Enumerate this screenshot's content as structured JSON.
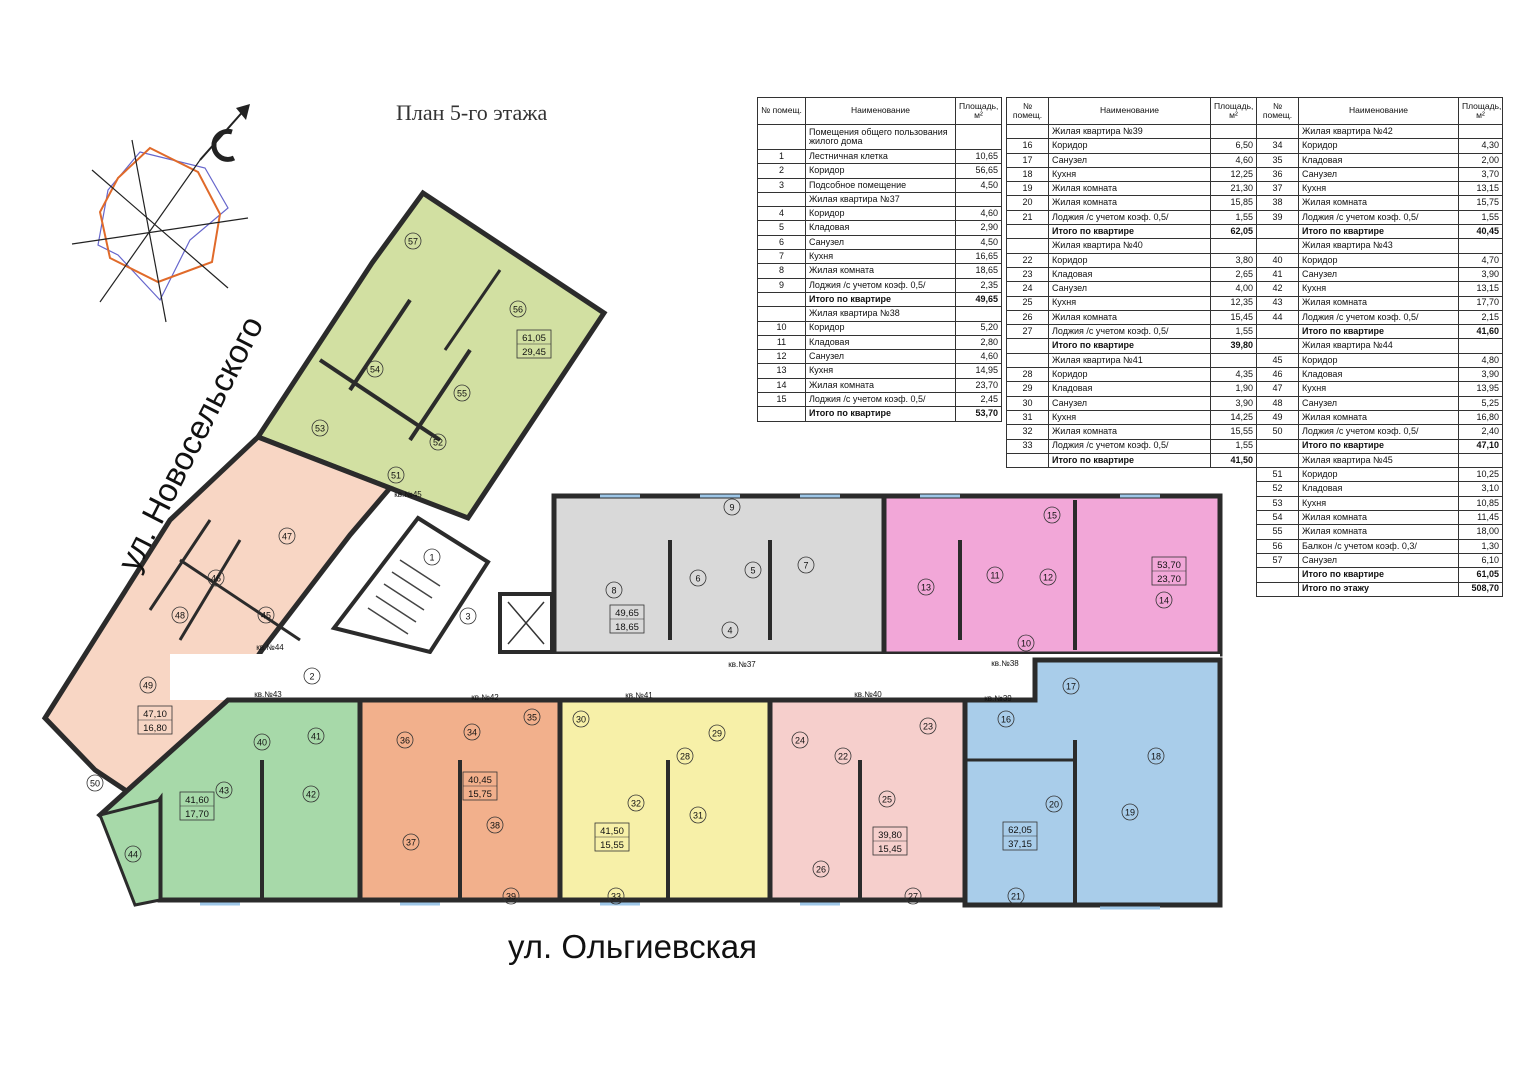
{
  "plan": {
    "title": "План 5-го этажа",
    "street_left": "ул. Новосельского",
    "street_bottom": "ул. Ольгиевская"
  },
  "table_headers": {
    "num": "№ помещ.",
    "name": "Наименование",
    "area": "Площадь, м²"
  },
  "tables": [
    {
      "rows": [
        {
          "kind": "sec2",
          "name": "Помещения общего пользования жилого дома"
        },
        {
          "num": "1",
          "name": "Лестничная клетка",
          "area": "10,65"
        },
        {
          "num": "2",
          "name": "Коридор",
          "area": "56,65"
        },
        {
          "num": "3",
          "name": "Подсобное помещение",
          "area": "4,50"
        },
        {
          "kind": "sec",
          "name": "Жилая квартира №37"
        },
        {
          "num": "4",
          "name": "Коридор",
          "area": "4,60"
        },
        {
          "num": "5",
          "name": "Кладовая",
          "area": "2,90"
        },
        {
          "num": "6",
          "name": "Санузел",
          "area": "4,50"
        },
        {
          "num": "7",
          "name": "Кухня",
          "area": "16,65"
        },
        {
          "num": "8",
          "name": "Жилая комната",
          "area": "18,65"
        },
        {
          "num": "9",
          "name": "Лоджия /с учетом коэф. 0,5/",
          "area": "2,35"
        },
        {
          "kind": "tot",
          "name": "Итого по квартире",
          "area": "49,65"
        },
        {
          "kind": "sec",
          "name": "Жилая квартира №38"
        },
        {
          "num": "10",
          "name": "Коридор",
          "area": "5,20"
        },
        {
          "num": "11",
          "name": "Кладовая",
          "area": "2,80"
        },
        {
          "num": "12",
          "name": "Санузел",
          "area": "4,60"
        },
        {
          "num": "13",
          "name": "Кухня",
          "area": "14,95"
        },
        {
          "num": "14",
          "name": "Жилая комната",
          "area": "23,70"
        },
        {
          "num": "15",
          "name": "Лоджия /с учетом коэф. 0,5/",
          "area": "2,45"
        },
        {
          "kind": "tot",
          "name": "Итого по квартире",
          "area": "53,70"
        }
      ]
    },
    {
      "rows": [
        {
          "kind": "sec",
          "name": "Жилая квартира №39"
        },
        {
          "num": "16",
          "name": "Коридор",
          "area": "6,50"
        },
        {
          "num": "17",
          "name": "Санузел",
          "area": "4,60"
        },
        {
          "num": "18",
          "name": "Кухня",
          "area": "12,25"
        },
        {
          "num": "19",
          "name": "Жилая комната",
          "area": "21,30"
        },
        {
          "num": "20",
          "name": "Жилая комната",
          "area": "15,85"
        },
        {
          "num": "21",
          "name": "Лоджия /с учетом коэф. 0,5/",
          "area": "1,55"
        },
        {
          "kind": "tot",
          "name": "Итого по квартире",
          "area": "62,05"
        },
        {
          "kind": "sec",
          "name": "Жилая квартира №40"
        },
        {
          "num": "22",
          "name": "Коридор",
          "area": "3,80"
        },
        {
          "num": "23",
          "name": "Кладовая",
          "area": "2,65"
        },
        {
          "num": "24",
          "name": "Санузел",
          "area": "4,00"
        },
        {
          "num": "25",
          "name": "Кухня",
          "area": "12,35"
        },
        {
          "num": "26",
          "name": "Жилая комната",
          "area": "15,45"
        },
        {
          "num": "27",
          "name": "Лоджия /с учетом коэф. 0,5/",
          "area": "1,55"
        },
        {
          "kind": "tot",
          "name": "Итого по квартире",
          "area": "39,80"
        },
        {
          "kind": "sec",
          "name": "Жилая квартира №41"
        },
        {
          "num": "28",
          "name": "Коридор",
          "area": "4,35"
        },
        {
          "num": "29",
          "name": "Кладовая",
          "area": "1,90"
        },
        {
          "num": "30",
          "name": "Санузел",
          "area": "3,90"
        },
        {
          "num": "31",
          "name": "Кухня",
          "area": "14,25"
        },
        {
          "num": "32",
          "name": "Жилая комната",
          "area": "15,55"
        },
        {
          "num": "33",
          "name": "Лоджия /с учетом коэф. 0,5/",
          "area": "1,55"
        },
        {
          "kind": "tot",
          "name": "Итого по квартире",
          "area": "41,50"
        }
      ]
    },
    {
      "rows": [
        {
          "kind": "sec",
          "name": "Жилая квартира №42"
        },
        {
          "num": "34",
          "name": "Коридор",
          "area": "4,30"
        },
        {
          "num": "35",
          "name": "Кладовая",
          "area": "2,00"
        },
        {
          "num": "36",
          "name": "Санузел",
          "area": "3,70"
        },
        {
          "num": "37",
          "name": "Кухня",
          "area": "13,15"
        },
        {
          "num": "38",
          "name": "Жилая комната",
          "area": "15,75"
        },
        {
          "num": "39",
          "name": "Лоджия /с учетом коэф. 0,5/",
          "area": "1,55"
        },
        {
          "kind": "tot",
          "name": "Итого по квартире",
          "area": "40,45"
        },
        {
          "kind": "sec",
          "name": "Жилая квартира №43"
        },
        {
          "num": "40",
          "name": "Коридор",
          "area": "4,70"
        },
        {
          "num": "41",
          "name": "Санузел",
          "area": "3,90"
        },
        {
          "num": "42",
          "name": "Кухня",
          "area": "13,15"
        },
        {
          "num": "43",
          "name": "Жилая комната",
          "area": "17,70"
        },
        {
          "num": "44",
          "name": "Лоджия /с учетом коэф. 0,5/",
          "area": "2,15"
        },
        {
          "kind": "tot",
          "name": "Итого по квартире",
          "area": "41,60"
        },
        {
          "kind": "sec",
          "name": "Жилая квартира №44"
        },
        {
          "num": "45",
          "name": "Коридор",
          "area": "4,80"
        },
        {
          "num": "46",
          "name": "Кладовая",
          "area": "3,90"
        },
        {
          "num": "47",
          "name": "Кухня",
          "area": "13,95"
        },
        {
          "num": "48",
          "name": "Санузел",
          "area": "5,25"
        },
        {
          "num": "49",
          "name": "Жилая комната",
          "area": "16,80"
        },
        {
          "num": "50",
          "name": "Лоджия /с учетом коэф. 0,5/",
          "area": "2,40"
        },
        {
          "kind": "tot",
          "name": "Итого по квартире",
          "area": "47,10"
        },
        {
          "kind": "sec",
          "name": "Жилая квартира №45"
        },
        {
          "num": "51",
          "name": "Коридор",
          "area": "10,25"
        },
        {
          "num": "52",
          "name": "Кладовая",
          "area": "3,10"
        },
        {
          "num": "53",
          "name": "Кухня",
          "area": "10,85"
        },
        {
          "num": "54",
          "name": "Жилая комната",
          "area": "11,45"
        },
        {
          "num": "55",
          "name": "Жилая комната",
          "area": "18,00"
        },
        {
          "num": "56",
          "name": "Балкон /с учетом коэф. 0,3/",
          "area": "1,30"
        },
        {
          "num": "57",
          "name": "Санузел",
          "area": "6,10"
        },
        {
          "kind": "tot",
          "name": "Итого по квартире",
          "area": "61,05"
        },
        {
          "kind": "tot",
          "name": "Итого по этажу",
          "area": "508,70"
        }
      ]
    }
  ],
  "apartments": [
    {
      "id": "37",
      "label": "кв.№37",
      "total": "49,65",
      "living": "18,65",
      "color": "#d9d9d9"
    },
    {
      "id": "38",
      "label": "кв.№38",
      "total": "53,70",
      "living": "23,70",
      "color": "#f2a7d8"
    },
    {
      "id": "39",
      "label": "кв.№39",
      "total": "62,05",
      "living": "37,15",
      "color": "#a9cdea"
    },
    {
      "id": "40",
      "label": "кв.№40",
      "total": "39,80",
      "living": "15,45",
      "color": "#f6cfcc"
    },
    {
      "id": "41",
      "label": "кв.№41",
      "total": "41,50",
      "living": "15,55",
      "color": "#f7f0a8"
    },
    {
      "id": "42",
      "label": "кв.№42",
      "total": "40,45",
      "label2": "",
      "living": "15,75",
      "color": "#f2b08c"
    },
    {
      "id": "43",
      "label": "кв.№43",
      "total": "41,60",
      "living": "17,70",
      "color": "#a7d9a9"
    },
    {
      "id": "44",
      "label": "кв.№44",
      "total": "47,10",
      "living": "16,80",
      "color": "#f8d6c4"
    },
    {
      "id": "45",
      "label": "кв.№45",
      "total": "61,05",
      "living": "29,45",
      "color": "#d2e0a2"
    }
  ],
  "room_numbers": [
    "1",
    "2",
    "3",
    "4",
    "5",
    "6",
    "7",
    "8",
    "9",
    "10",
    "11",
    "12",
    "13",
    "14",
    "15",
    "16",
    "17",
    "18",
    "19",
    "20",
    "21",
    "22",
    "23",
    "24",
    "25",
    "26",
    "27",
    "28",
    "29",
    "30",
    "31",
    "32",
    "33",
    "34",
    "35",
    "36",
    "37",
    "38",
    "39",
    "40",
    "41",
    "42",
    "43",
    "44",
    "45",
    "46",
    "47",
    "48",
    "49",
    "50",
    "51",
    "52",
    "53",
    "54",
    "55",
    "56",
    "57"
  ],
  "colors": {
    "wall": "#2b2b2b",
    "window": "#9ec7e8",
    "common": "#ffffff",
    "compass_blue": "#6666cc",
    "compass_orange": "#e06a2a"
  },
  "icons": [
    "compass-rose-icon",
    "elevator-icon",
    "staircase-icon"
  ]
}
